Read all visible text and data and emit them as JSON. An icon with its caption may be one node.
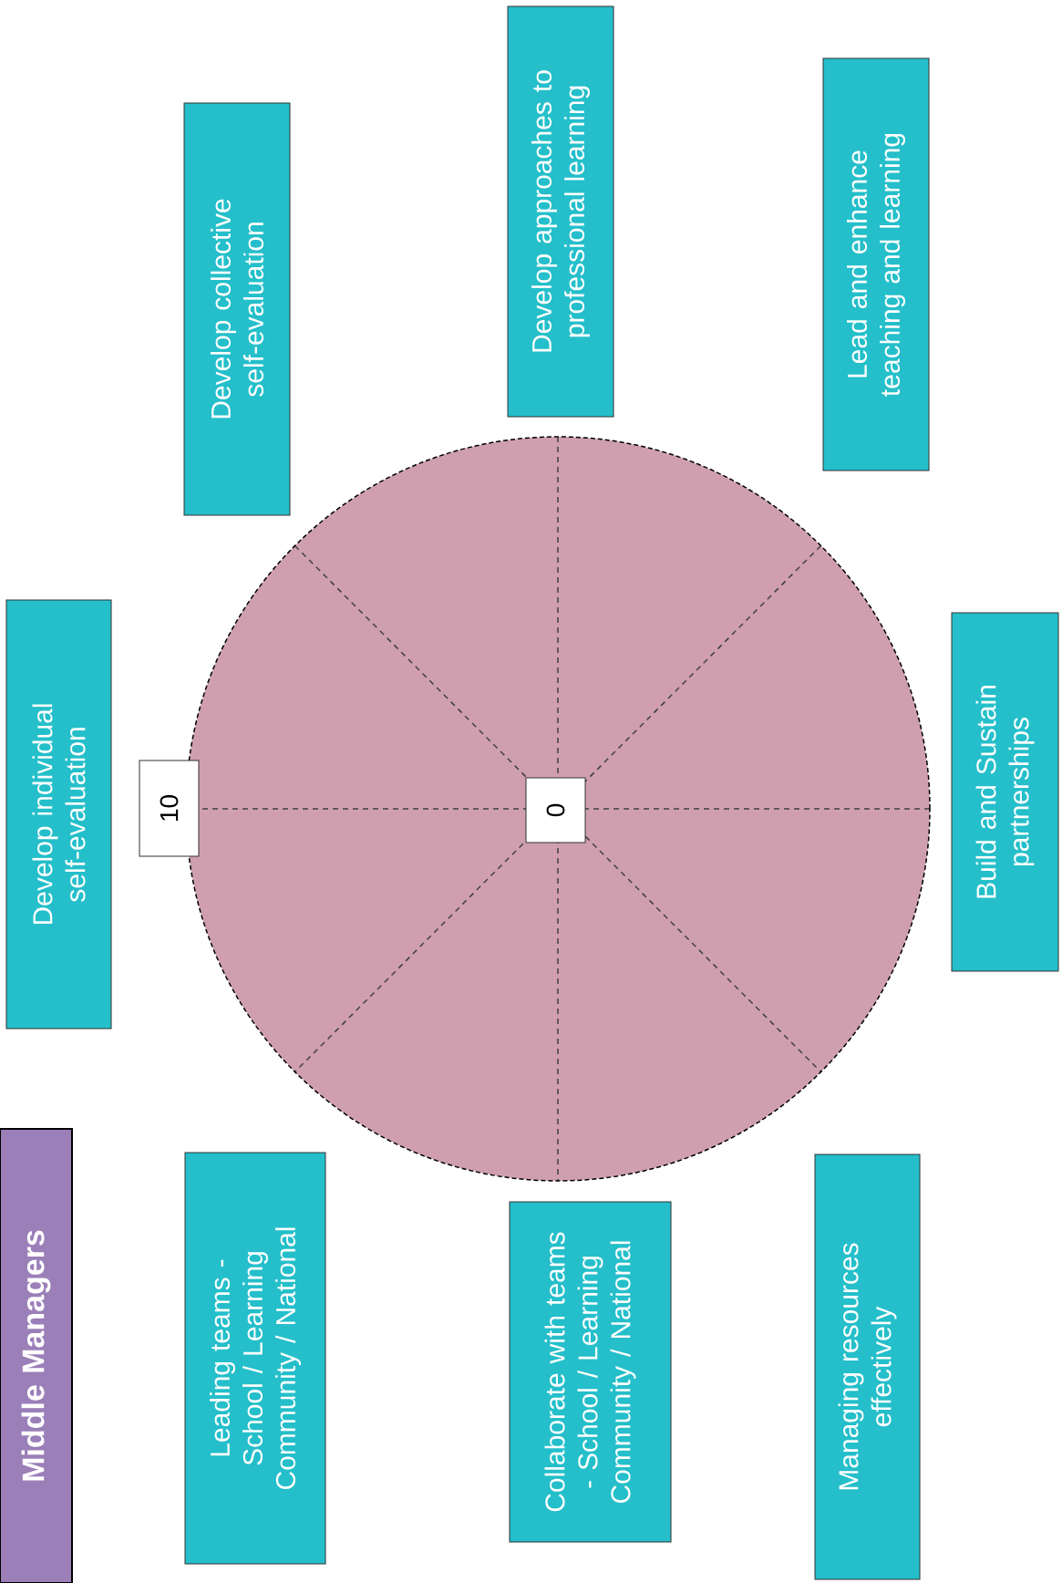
{
  "diagram": {
    "nodes": [
      {
        "text": [
          "Develop approaches to professional learning"
        ]
      },
      {
        "text": [
          "Lead and enhance teaching and learning"
        ]
      },
      {
        "text": [
          "Develop collective self-evaluation"
        ]
      },
      {
        "text": [
          "Develop individual self-evaluation"
        ]
      },
      {
        "text": [
          "10"
        ]
      },
      {
        "text": [
          "0"
        ]
      },
      {
        "text": [
          "Build and Sustain partnerships"
        ]
      },
      {
        "text": [
          "Leading teams - School / Learning Community / National"
        ]
      },
      {
        "text": [
          "Collaborate with teams - School / Learning Community / National"
        ]
      },
      {
        "text": [
          "Managing resources effectively"
        ]
      },
      {
        "text": [
          "Middle Managers"
        ]
      }
    ]
  }
}
